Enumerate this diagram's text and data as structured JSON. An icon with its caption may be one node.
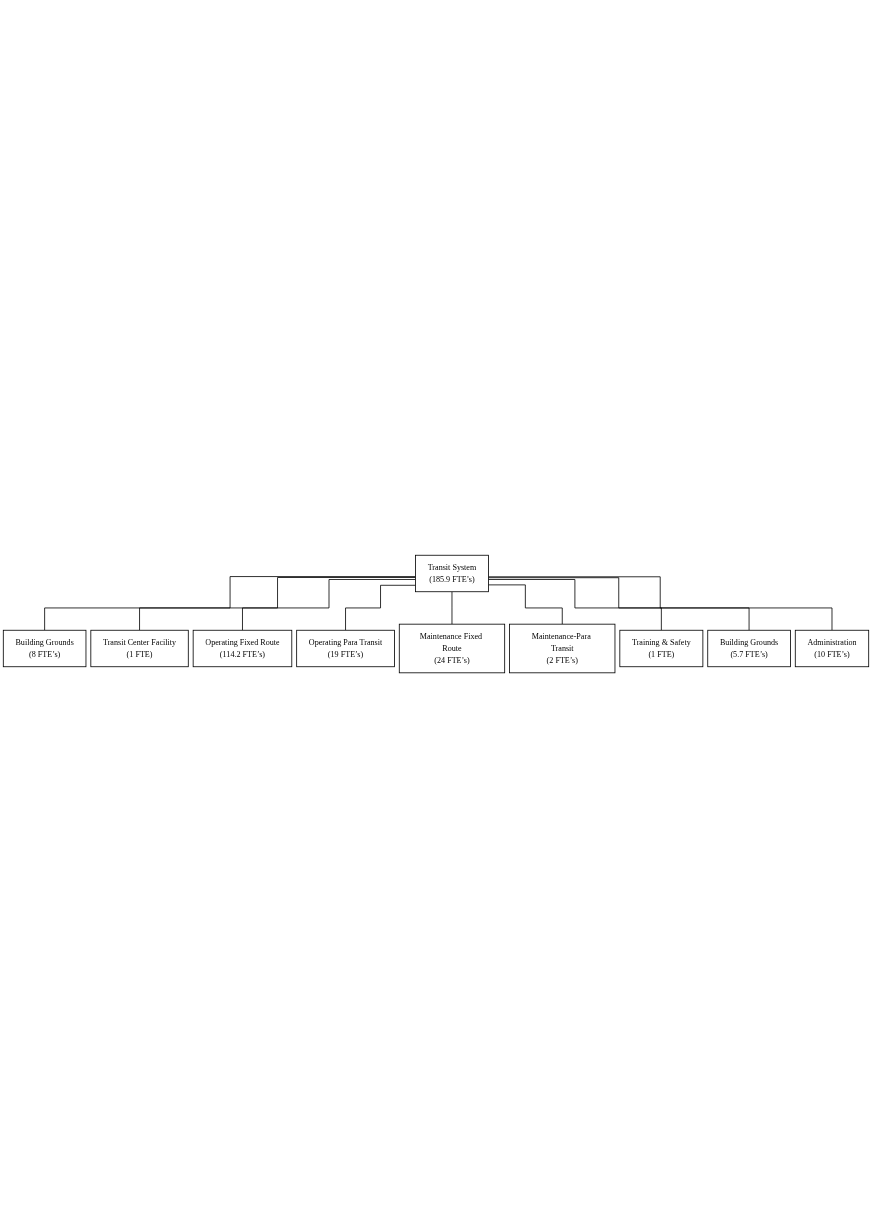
{
  "diagram": {
    "nodes": [
      {
        "text": [
          "Transit System",
          "(185.9 FTE’s)"
        ]
      },
      {
        "text": [
          "Building Grounds",
          "(8 FTE’s)"
        ]
      },
      {
        "text": [
          "Transit Center Facility",
          "(1 FTE)"
        ]
      },
      {
        "text": [
          "Operating Fixed Route",
          "(114.2 FTE’s)"
        ]
      },
      {
        "text": [
          "Operating Para Transit",
          "(19 FTE’s)"
        ]
      },
      {
        "text": [
          "Maintenance Fixed Route",
          "(24 FTE’s)"
        ]
      },
      {
        "text": [
          "Maintenance-Para Transit",
          "(2 FTE’s)"
        ]
      },
      {
        "text": [
          "Training & Safety",
          "(1 FTE)"
        ]
      },
      {
        "text": [
          "Building Grounds",
          "(5.7 FTE’s)"
        ]
      },
      {
        "text": [
          "Administration",
          "(10 FTE’s)"
        ]
      }
    ],
    "edges": [
      {
        "from": 0,
        "to": 1,
        "arrow": "none"
      },
      {
        "from": 0,
        "to": 2,
        "arrow": "none"
      },
      {
        "from": 0,
        "to": 3,
        "arrow": "none"
      },
      {
        "from": 0,
        "to": 4,
        "arrow": "none"
      },
      {
        "from": 0,
        "to": 5,
        "arrow": "none"
      },
      {
        "from": 0,
        "to": 6,
        "arrow": "none"
      },
      {
        "from": 0,
        "to": 7,
        "arrow": "none"
      },
      {
        "from": 0,
        "to": 8,
        "arrow": "none"
      },
      {
        "from": 0,
        "to": 9,
        "arrow": "none"
      }
    ]
  }
}
